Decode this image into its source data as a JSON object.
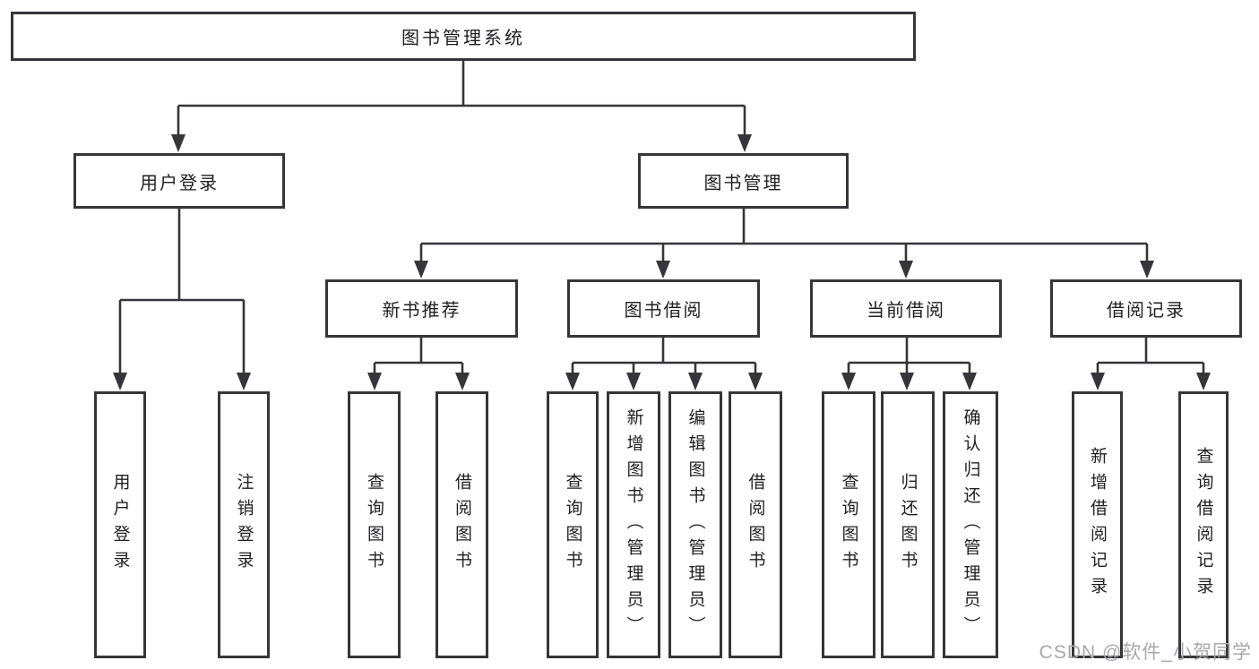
{
  "diagram": {
    "root": {
      "label": "图书管理系统"
    },
    "branches": [
      {
        "label": "用户登录"
      },
      {
        "label": "图书管理"
      }
    ],
    "modules": [
      {
        "label": "新书推荐"
      },
      {
        "label": "图书借阅"
      },
      {
        "label": "当前借阅"
      },
      {
        "label": "借阅记录"
      }
    ],
    "leaves": [
      {
        "label": "用户登录"
      },
      {
        "label": "注销登录"
      },
      {
        "label": "查询图书"
      },
      {
        "label": "借阅图书"
      },
      {
        "label": "查询图书"
      },
      {
        "label": "新增图书（管理员）"
      },
      {
        "label": "编辑图书（管理员）"
      },
      {
        "label": "借阅图书"
      },
      {
        "label": "查询图书"
      },
      {
        "label": "归还图书"
      },
      {
        "label": "确认归还（管理员）"
      },
      {
        "label": "新增借阅记录"
      },
      {
        "label": "查询借阅记录"
      }
    ]
  },
  "watermark": {
    "text": "CSDN @软件_小贺同学"
  },
  "colors": {
    "line": "#35353a",
    "text": "#1f1f23",
    "box_background": "#ffffff",
    "watermark": "#a8a8ac"
  }
}
